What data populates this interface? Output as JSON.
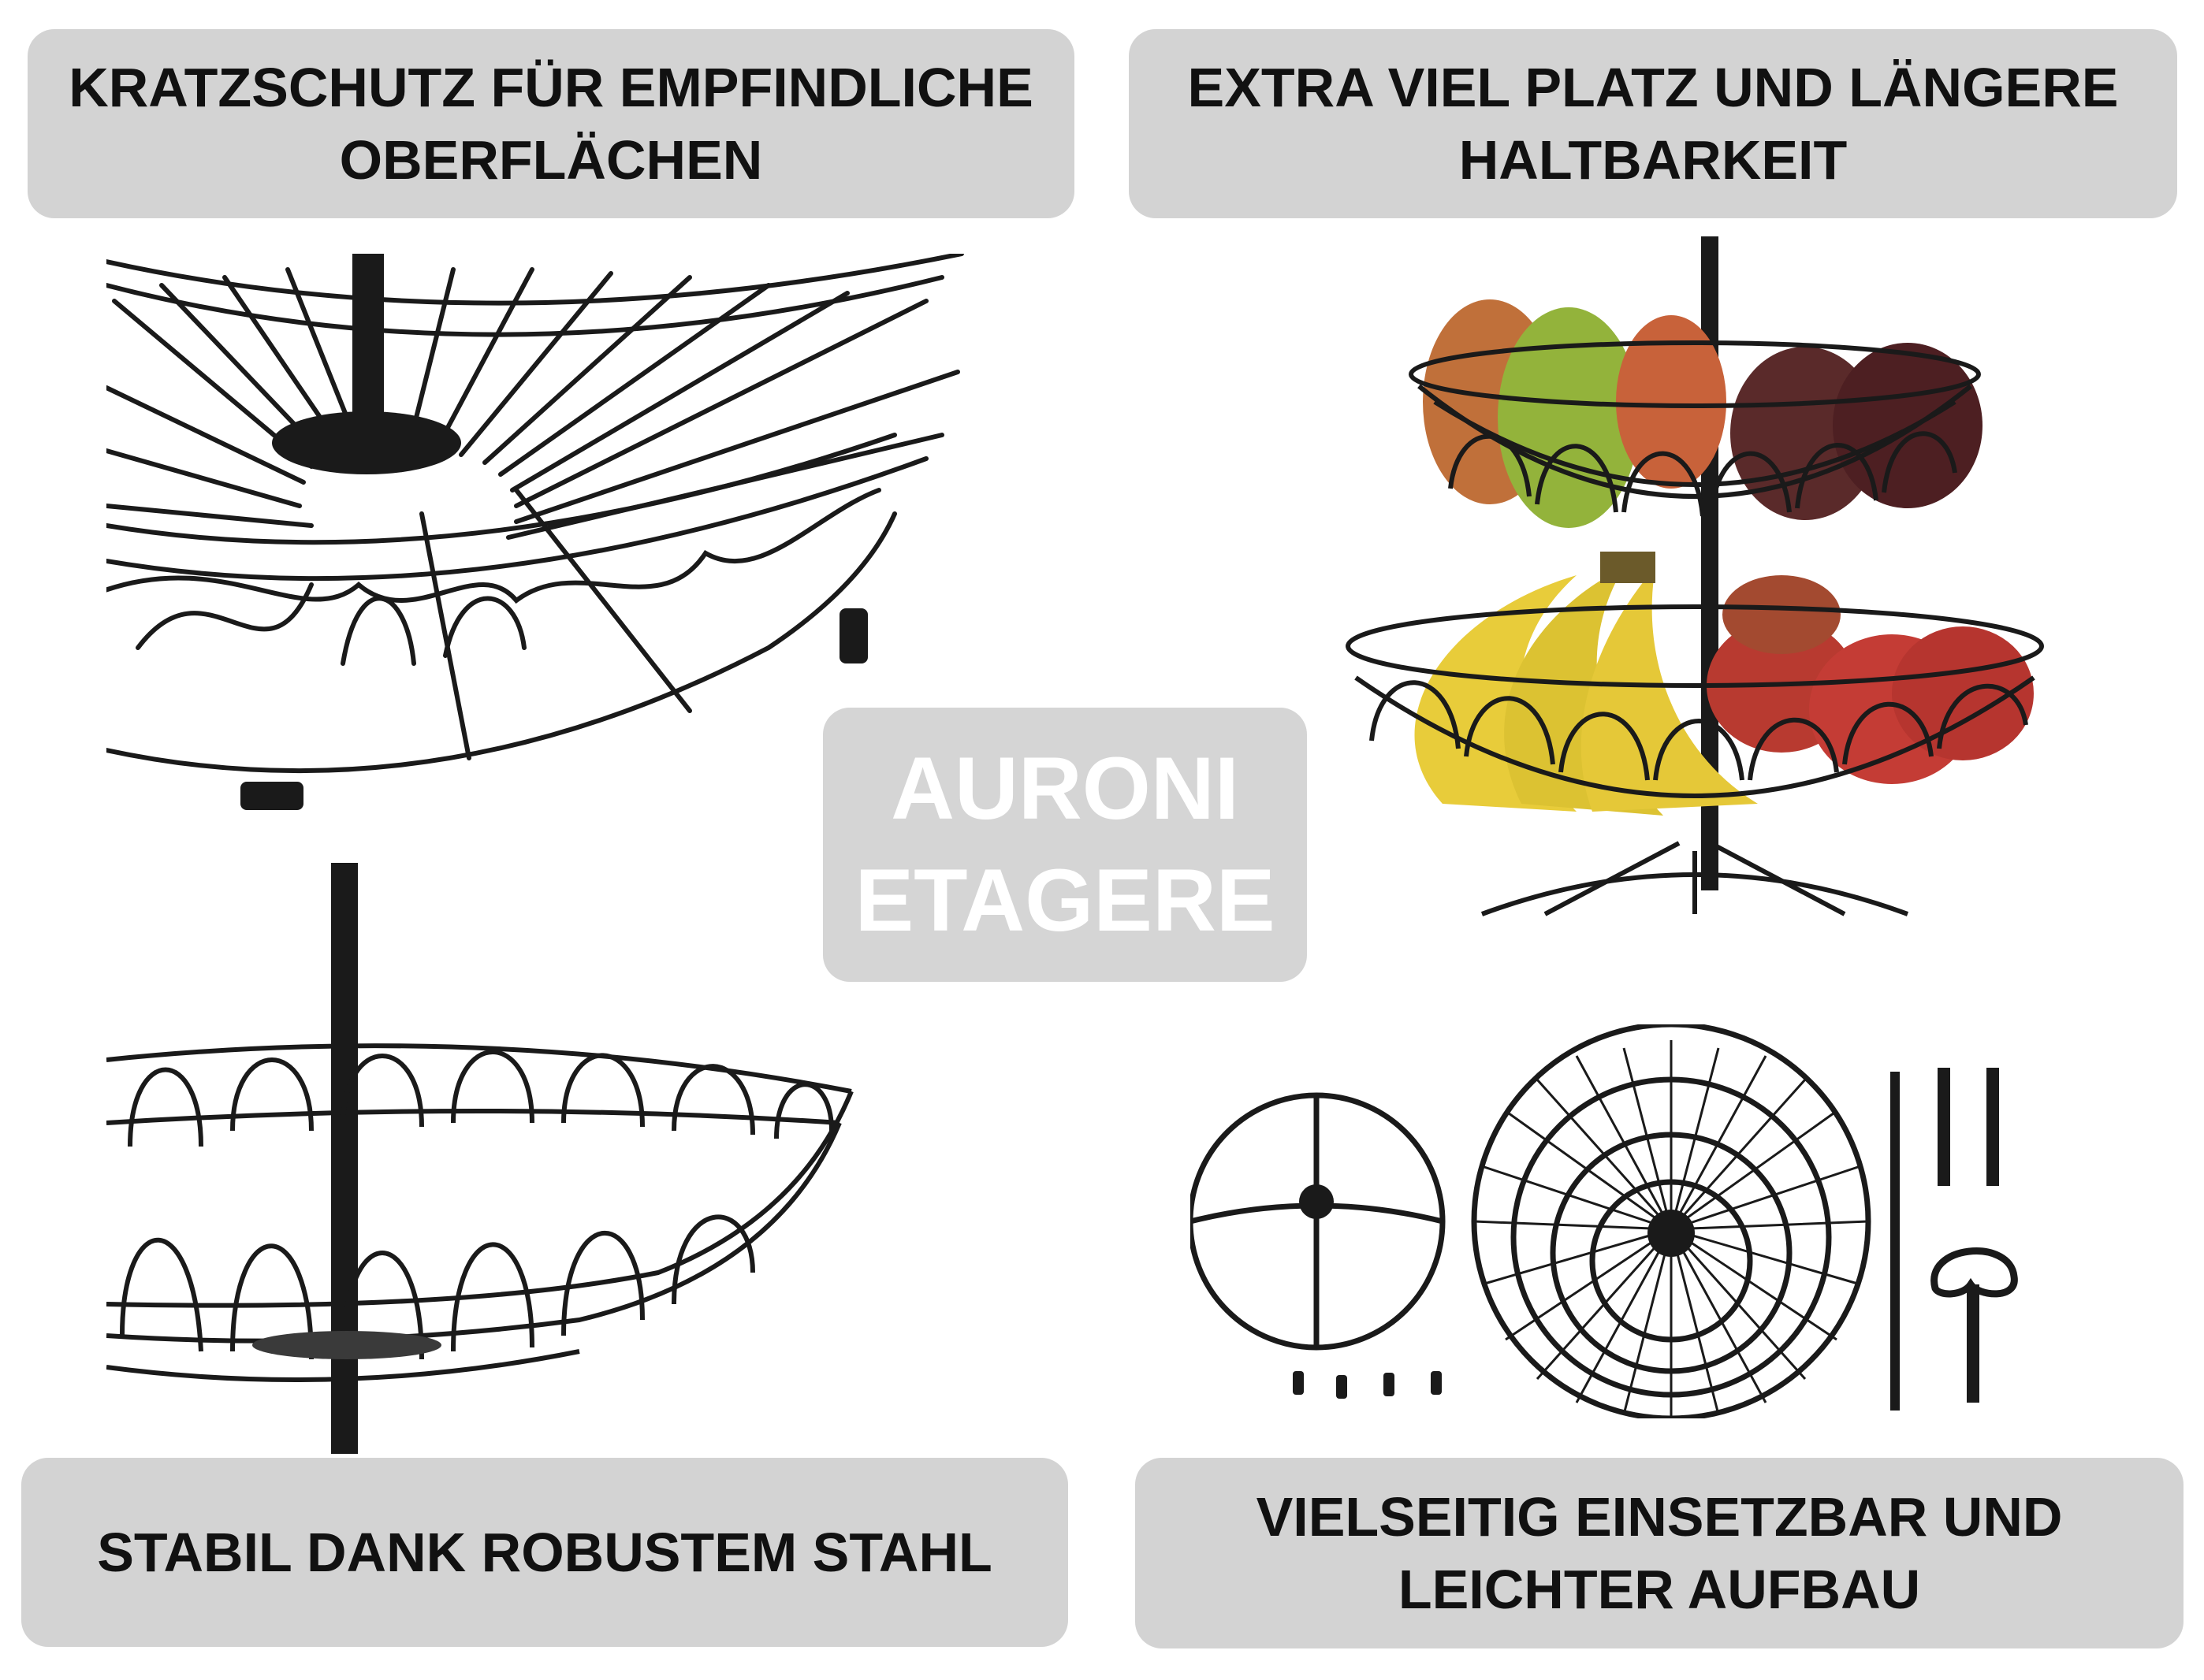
{
  "banners": {
    "top_left": {
      "line1": "KRATZSCHUTZ FÜR EMPFINDLICHE",
      "line2": "OBERFLÄCHEN"
    },
    "top_right": {
      "line1": "EXTRA VIEL PLATZ UND LÄNGERE",
      "line2": "HALTBARKEIT"
    },
    "bottom_left": {
      "line1": "STABIL DANK ROBUSTEM STAHL"
    },
    "bottom_right": {
      "line1": "VIELSEITIG EINSETZBAR UND",
      "line2": "LEICHTER AUFBAU"
    }
  },
  "center": {
    "line1": "AURONI",
    "line2": "ETAGERE"
  },
  "colors": {
    "banner_bg": "#d3d3d3",
    "banner_text": "#111111",
    "center_bg": "#d5d5d5",
    "center_text": "#ffffff",
    "wire": "#1a1a1a"
  }
}
